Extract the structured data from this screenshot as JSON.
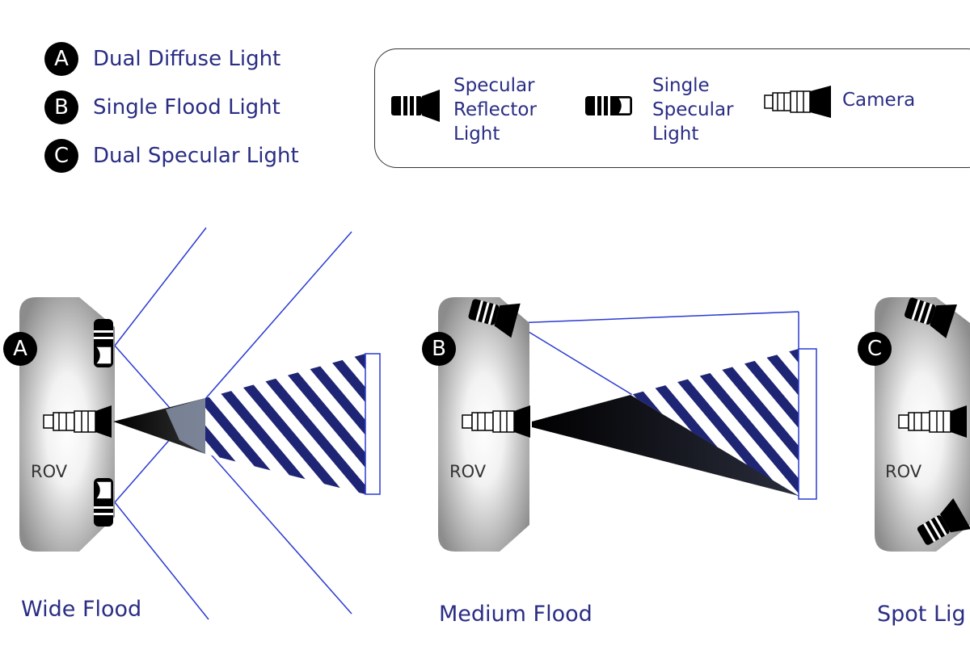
{
  "legend": {
    "items": [
      {
        "badge": "A",
        "label": "Dual Diffuse Light"
      },
      {
        "badge": "B",
        "label": "Single Flood Light"
      },
      {
        "badge": "C",
        "label": "Dual Specular Light"
      }
    ]
  },
  "key": {
    "specular_reflector": [
      "Specular",
      "Reflector",
      "Light"
    ],
    "single_specular": [
      "Single",
      "Specular",
      "Light"
    ],
    "camera": "Camera"
  },
  "panels": [
    {
      "badge": "A",
      "rov_label": "ROV",
      "caption": "Wide Flood"
    },
    {
      "badge": "B",
      "rov_label": "ROV",
      "caption": "Medium Flood"
    },
    {
      "badge": "C",
      "rov_label": "ROV",
      "caption": "Spot Lig"
    }
  ],
  "colors": {
    "text": "#2a2d84",
    "beam_line": "#2b3bd1",
    "hatch": "#1f2575",
    "badge": "#000000"
  }
}
